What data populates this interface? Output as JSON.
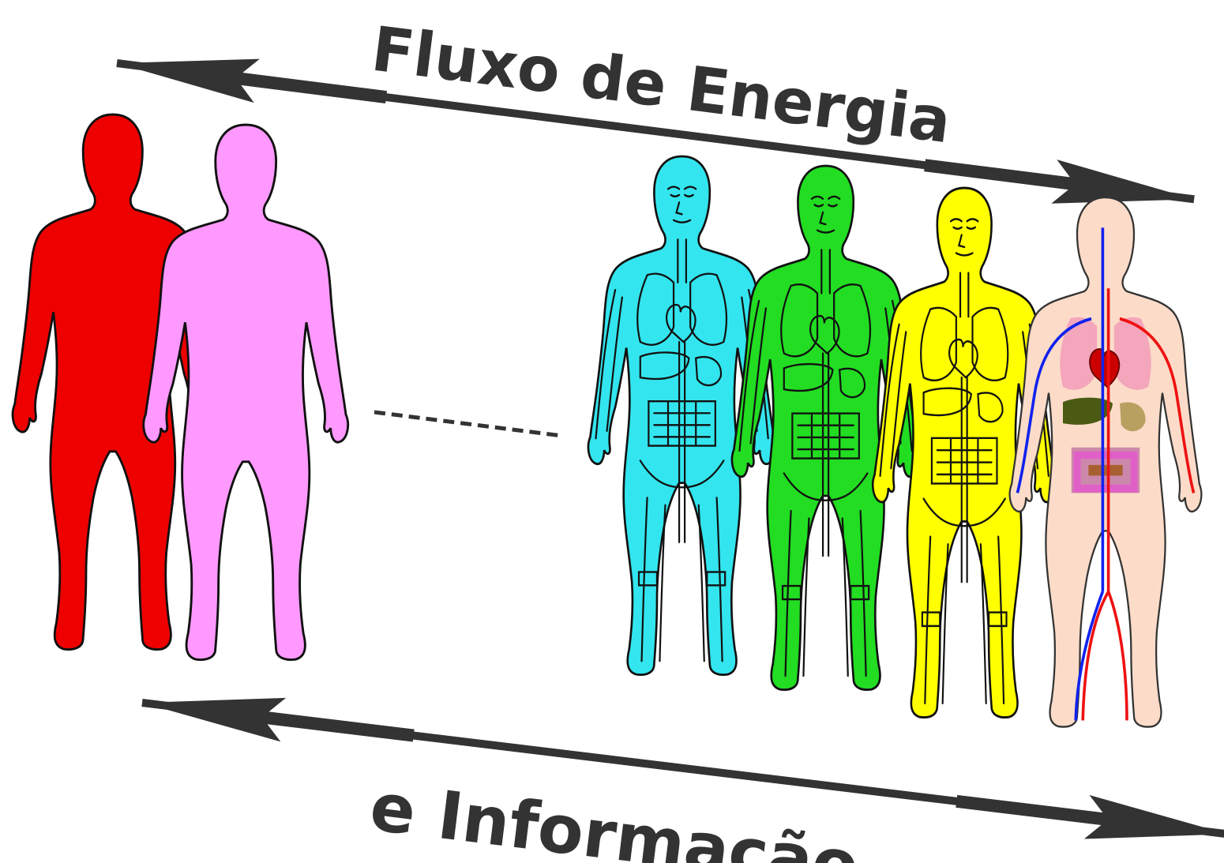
{
  "labels": {
    "top": "Fluxo de Energia",
    "bottom": "e Informação"
  },
  "colors": {
    "text": "#333333",
    "arrow": "#333333",
    "outline": "#111111",
    "body_red": "#ee0000",
    "body_pink": "#ff99ff",
    "body_cyan": "#33e5ee",
    "body_green": "#22dd22",
    "body_yellow": "#ffff00",
    "body_skin": "#fcdcc8",
    "artery": "#ee1111",
    "vein": "#1122ee",
    "organ_lung": "#f4a6bc",
    "organ_liver": "#4a5a12",
    "organ_intestine": "#e060c8"
  },
  "figures": [
    {
      "id": "red-silhouette",
      "fill": "body_red",
      "kind": "silhouette"
    },
    {
      "id": "pink-silhouette",
      "fill": "body_pink",
      "kind": "silhouette"
    },
    {
      "id": "cyan-anatomy",
      "fill": "body_cyan",
      "kind": "anatomy"
    },
    {
      "id": "green-anatomy",
      "fill": "body_green",
      "kind": "anatomy"
    },
    {
      "id": "yellow-anatomy",
      "fill": "body_yellow",
      "kind": "anatomy"
    },
    {
      "id": "skin-anatomy",
      "fill": "body_skin",
      "kind": "full-anatomy"
    }
  ]
}
